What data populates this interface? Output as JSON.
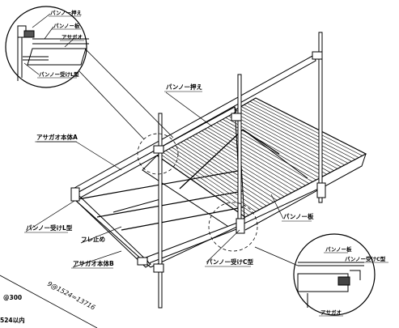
{
  "labels": {
    "detail1_panno_osae": "パンノー押え",
    "detail1_panno_ita": "パンノー板",
    "detail1_asagao": "アサガオ",
    "detail1_panno_uke_l": "パンノー受けL型",
    "panno_osae": "パンノー押え",
    "asagao_hontai_a": "アサガオ本体A",
    "panno_uke_l": "パンノー受けL型",
    "fure_dome": "フレ止め",
    "asagao_hontai_b": "アサガオ本体B",
    "panno_uke_c": "パンノー受けC型",
    "panno_ita": "パンノー板",
    "detail2_panno_ita": "パンノー板",
    "detail2_panno_uke_c": "パンノー受けC型",
    "detail2_asagao": "アサガオ"
  },
  "dimensions": {
    "pitch": "@300",
    "span": "9@1524=13716",
    "limit": "524以内"
  }
}
